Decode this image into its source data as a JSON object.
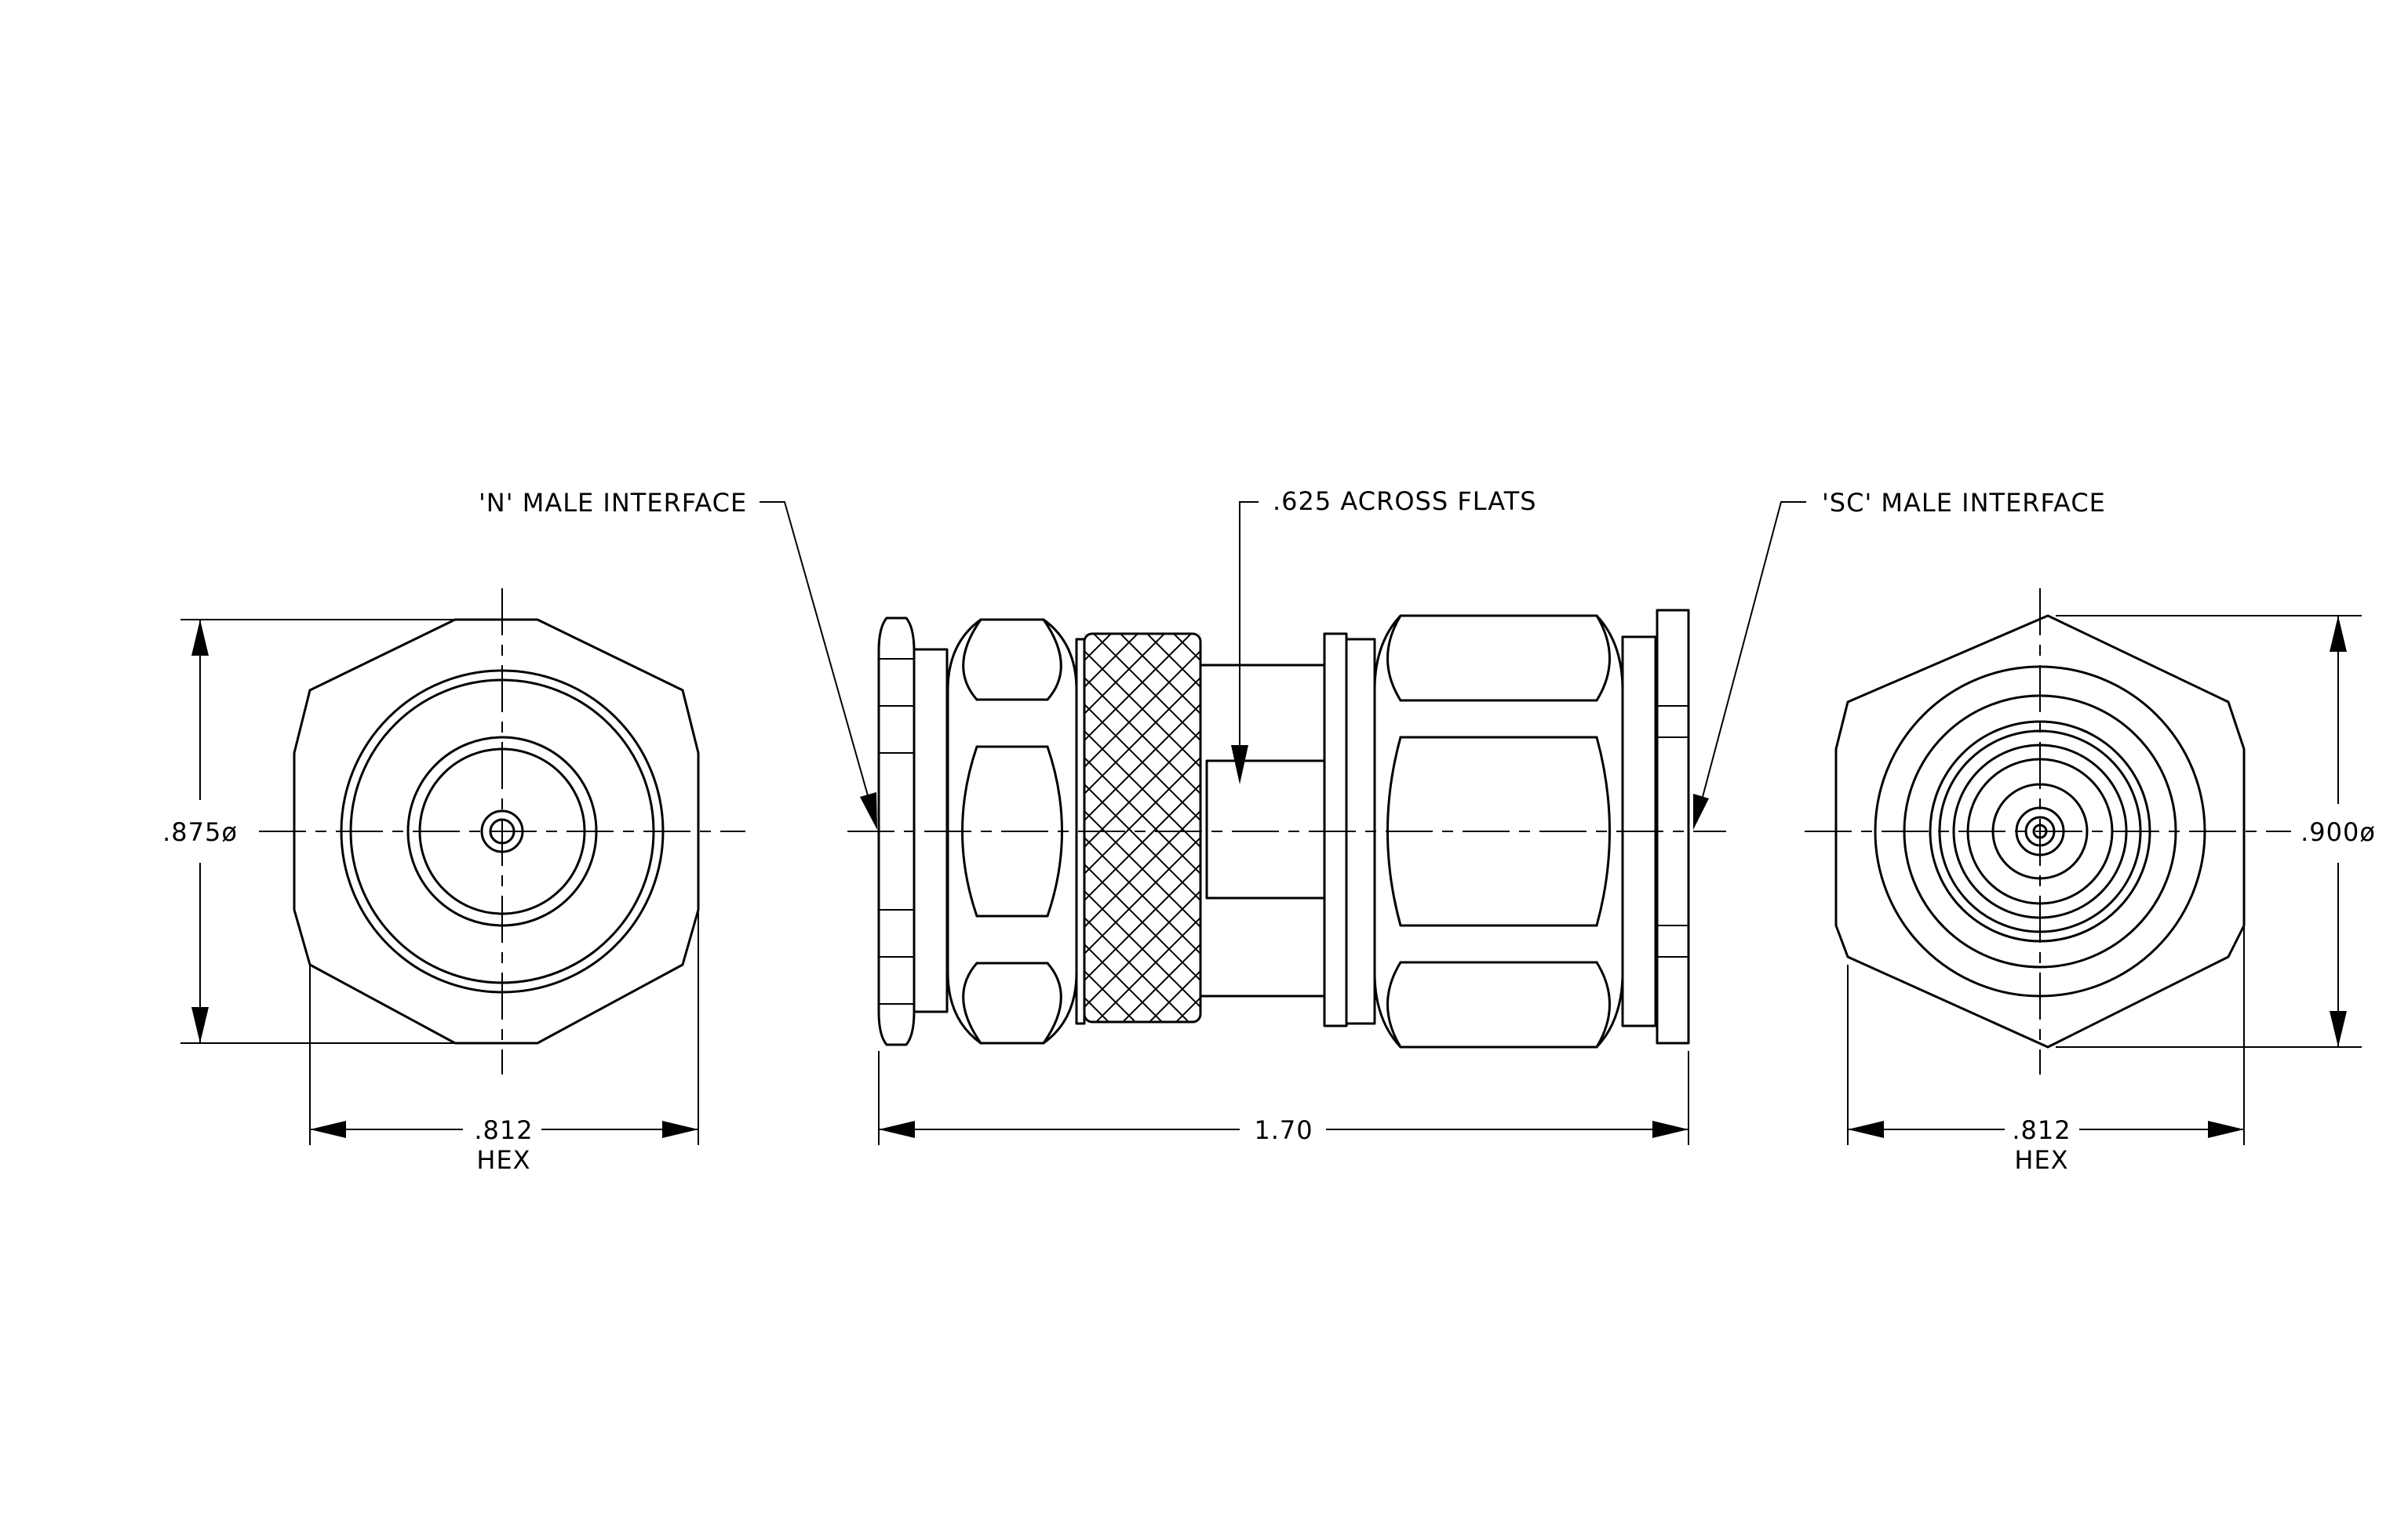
{
  "labels": {
    "n_interface": "'N' MALE INTERFACE",
    "across_flats": ".625 ACROSS FLATS",
    "sc_interface": "'SC' MALE INTERFACE",
    "left_diameter": ".875ø",
    "right_diameter": ".900ø",
    "left_hex_value": ".812",
    "left_hex_word": "HEX",
    "overall_length": "1.70",
    "right_hex_value": ".812",
    "right_hex_word": "HEX"
  }
}
